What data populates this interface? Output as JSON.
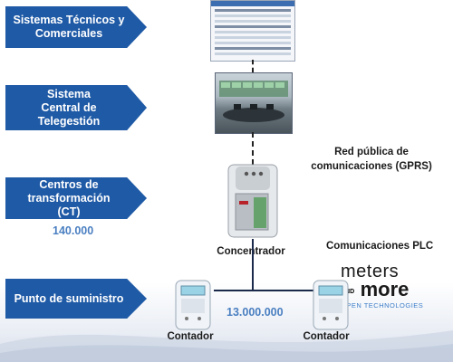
{
  "levels": {
    "sistemas": "Sistemas Técnicos y\nComerciales",
    "central": "Sistema\nCentral de\nTelegestión",
    "ct": "Centros de\ntransformación\n(CT)",
    "suministro": "Punto de suministro"
  },
  "counts": {
    "ct": "140.000",
    "suministro": "13.000.000"
  },
  "annotations": {
    "red_publica": "Red pública de\ncomunicaciones (GPRS)",
    "plc": "Comunicaciones PLC"
  },
  "devices": {
    "concentrador": "Concentrador",
    "contador_left": "Contador",
    "contador_right": "Contador"
  },
  "logo": {
    "top": "meters",
    "and": "AND",
    "more": "more",
    "sub": "OPEN TECHNOLOGIES"
  },
  "colors": {
    "arrow": "#1f5aa6",
    "count": "#4a7fc1",
    "logo_accent": "#3d7ec9"
  }
}
